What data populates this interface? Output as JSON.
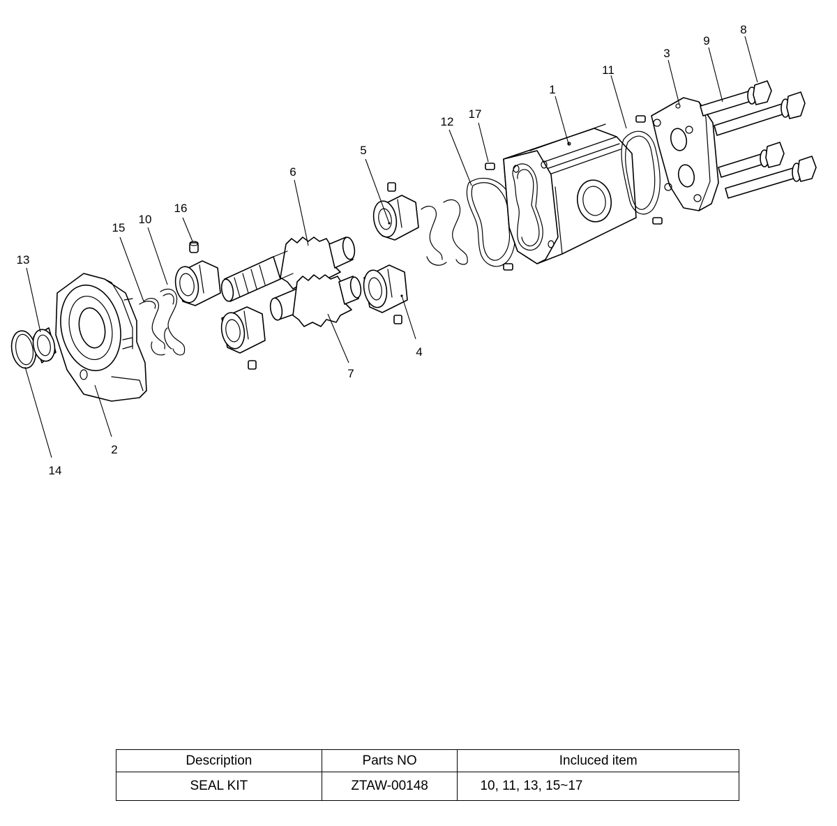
{
  "callouts": [
    {
      "id": "1",
      "label": "1"
    },
    {
      "id": "2",
      "label": "2"
    },
    {
      "id": "3",
      "label": "3"
    },
    {
      "id": "4",
      "label": "4"
    },
    {
      "id": "5",
      "label": "5"
    },
    {
      "id": "6",
      "label": "6"
    },
    {
      "id": "7",
      "label": "7"
    },
    {
      "id": "8",
      "label": "8"
    },
    {
      "id": "9",
      "label": "9"
    },
    {
      "id": "10",
      "label": "10"
    },
    {
      "id": "11",
      "label": "11"
    },
    {
      "id": "12",
      "label": "12"
    },
    {
      "id": "13",
      "label": "13"
    },
    {
      "id": "14",
      "label": "14"
    },
    {
      "id": "15",
      "label": "15"
    },
    {
      "id": "16",
      "label": "16"
    },
    {
      "id": "17",
      "label": "17"
    }
  ],
  "kit_table": {
    "headers": [
      "Description",
      "Parts NO",
      "Incluced item"
    ],
    "rows": [
      [
        "SEAL KIT",
        "ZTAW-00148",
        "10, 11, 13, 15~17"
      ]
    ]
  }
}
